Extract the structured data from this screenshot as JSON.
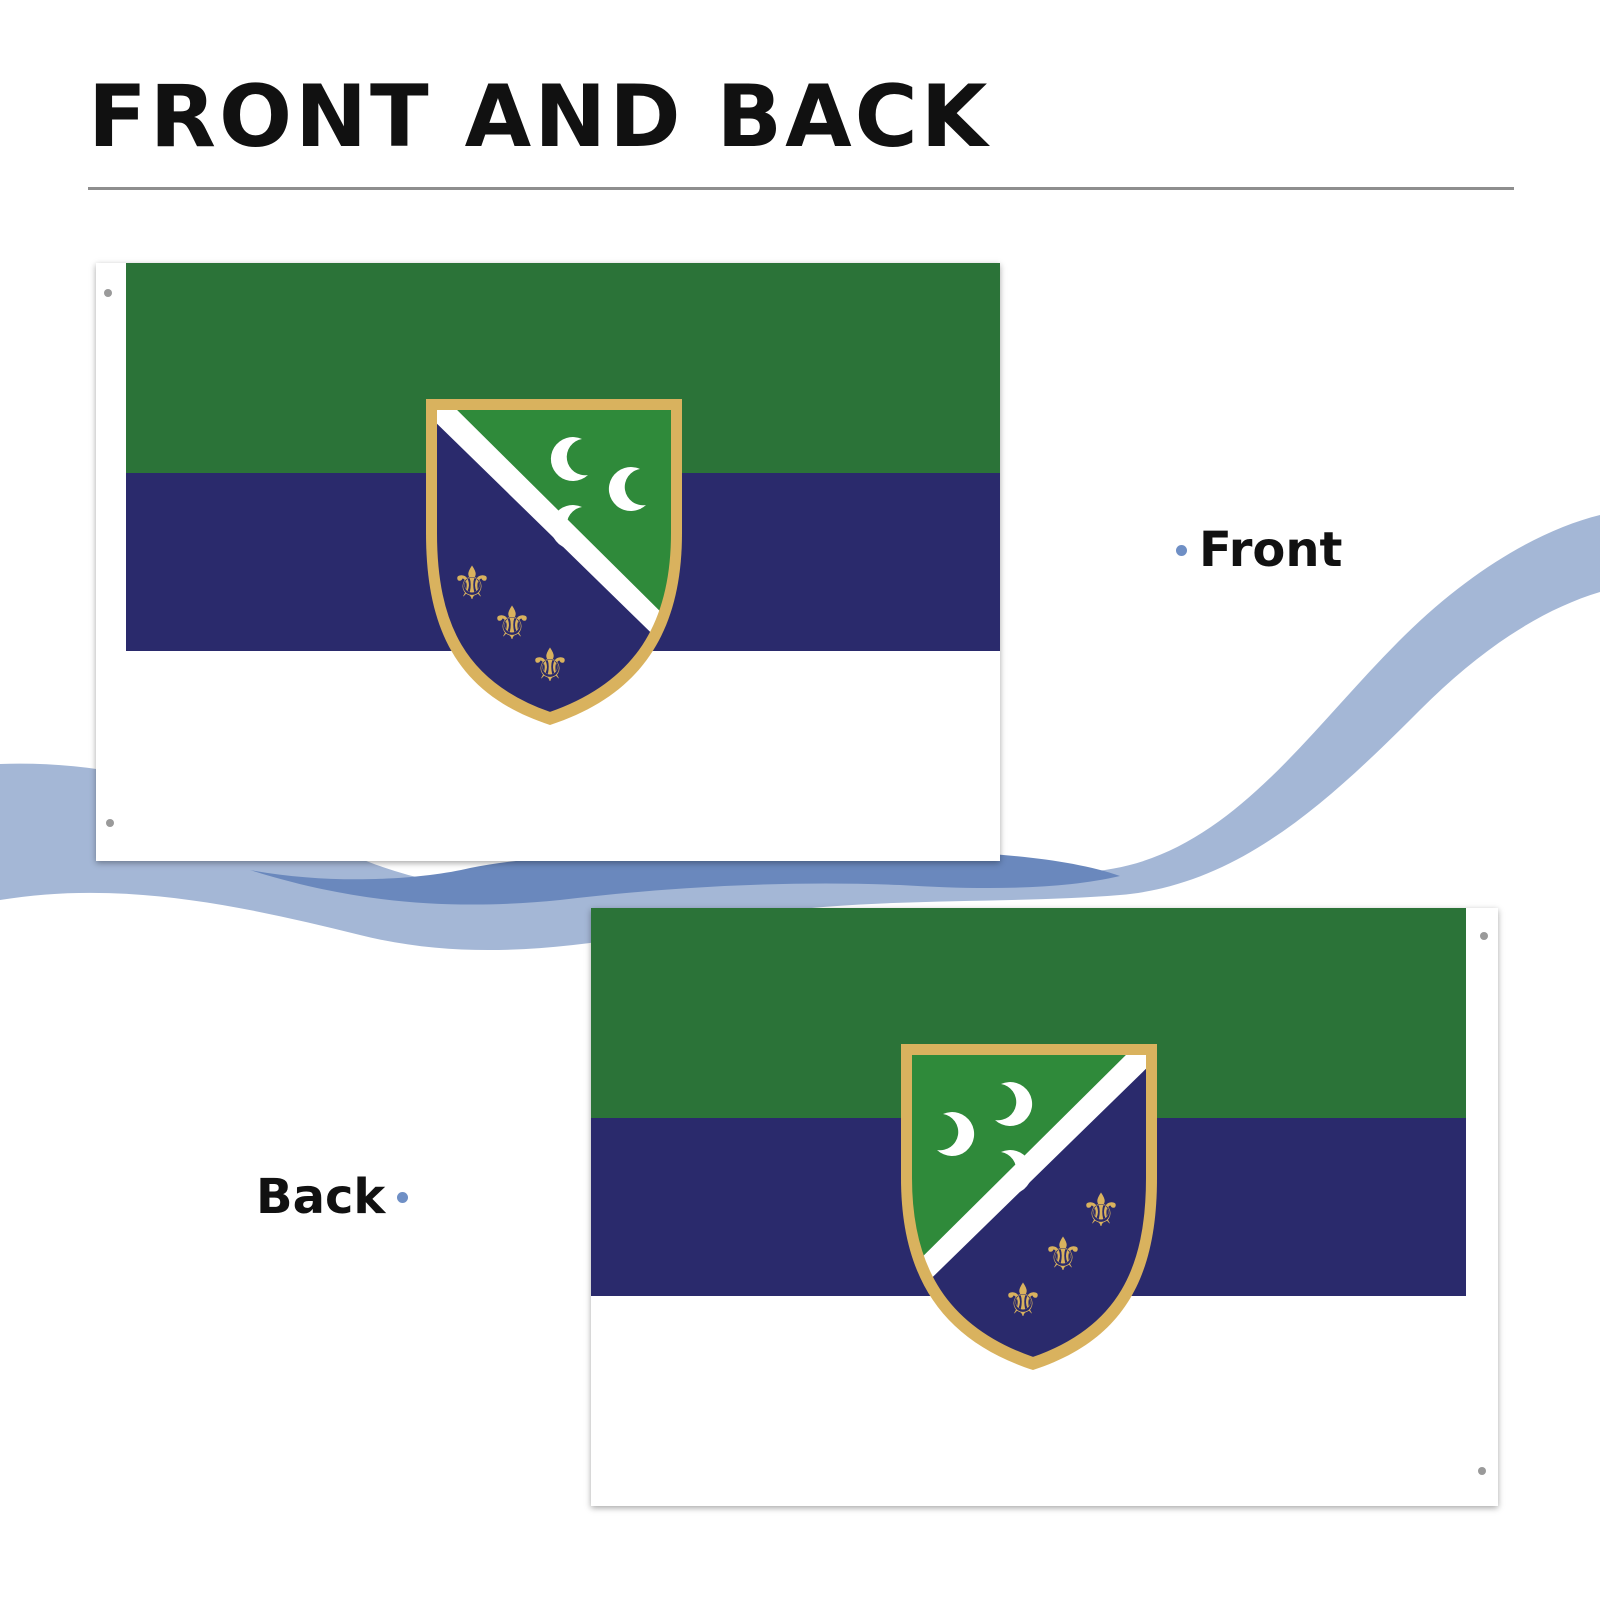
{
  "title": "FRONT AND BACK",
  "labels": {
    "front": "Front",
    "back": "Back"
  },
  "colors": {
    "flag_green": "#2b7338",
    "flag_blue": "#2a2a6c",
    "flag_white": "#ffffff",
    "shield_gold": "#d9b25e",
    "shield_green": "#2f8a3a",
    "wave_light": "#a4b7d6",
    "wave_dark": "#6a88bd",
    "bullet": "#6f8fc5",
    "rule": "#8e8e8e"
  },
  "flags": [
    {
      "side": "front",
      "emblem": "coat-of-arms-shield-crescents-fleur-de-lis"
    },
    {
      "side": "back",
      "emblem": "coat-of-arms-shield-crescents-fleur-de-lis-mirrored"
    }
  ]
}
